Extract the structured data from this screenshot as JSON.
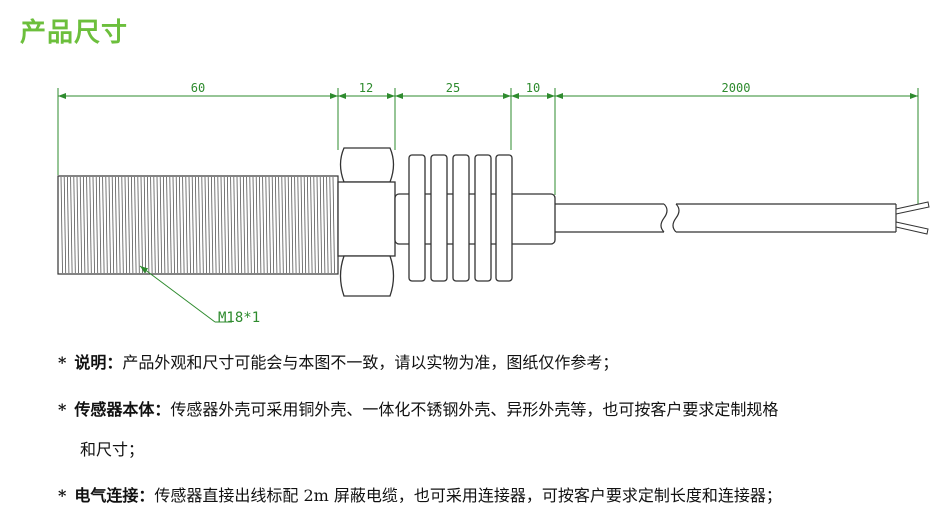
{
  "title": "产品尺寸",
  "dimensions": [
    "60",
    "12",
    "25",
    "10",
    "2000"
  ],
  "thread_label": "M18*1",
  "notes": [
    {
      "star": "*",
      "label": "说明：",
      "text": "产品外观和尺寸可能会与本图不一致，请以实物为准，图纸仅作参考；"
    },
    {
      "star": "*",
      "label": "传感器本体：",
      "text": "传感器外壳可采用铜外壳、一体化不锈钢外壳、异形外壳等，也可按客户要求定制规格",
      "continuation": "和尺寸；"
    },
    {
      "star": "*",
      "label": "电气连接：",
      "text": "传感器直接出线标配 2m 屏蔽电缆，也可采用连接器，可按客户要求定制长度和连接器；"
    }
  ],
  "colors": {
    "title": "#6cbf3c",
    "dimension": "#2e8b2e",
    "outline": "#333333"
  }
}
